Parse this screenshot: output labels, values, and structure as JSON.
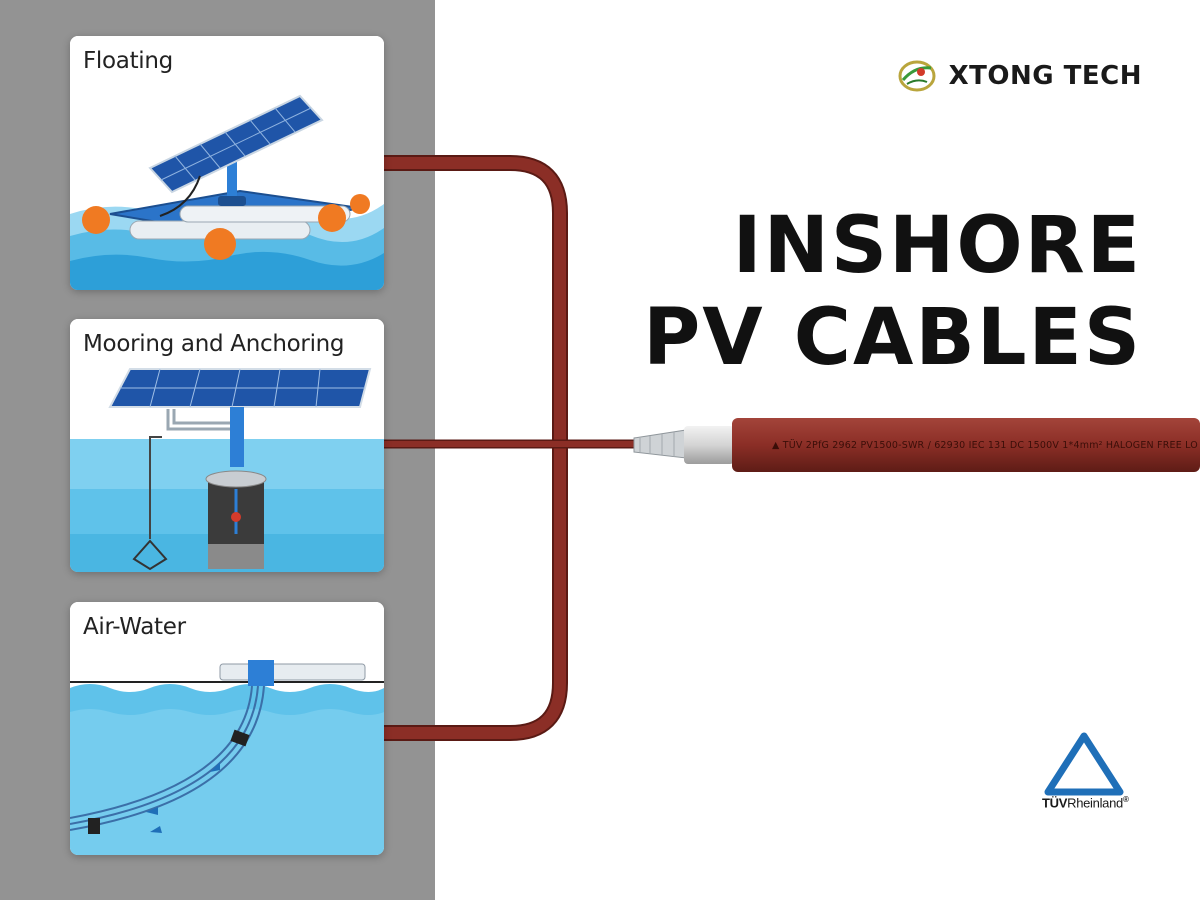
{
  "brand": {
    "name": "XTONG TECH",
    "logo_icon": "swoosh-globe-logo"
  },
  "headline": {
    "line1": "INSHORE",
    "line2": "PV CABLES"
  },
  "scenarios": [
    {
      "title": "Floating",
      "icon": "floating-solar-platform"
    },
    {
      "title": "Mooring and Anchoring",
      "icon": "mooring-anchored-solar"
    },
    {
      "title": "Air-Water",
      "icon": "submerged-cable-air-water"
    }
  ],
  "cable": {
    "print": "▲ TÜV 2PfG 2962 PV1500-SWR / 62930 IEC 131 DC 1500V 1*4mm² HALOGEN FREE LO",
    "color": "#8b2e26"
  },
  "certification": {
    "brand_bold": "TÜV",
    "brand_rest": "Rheinland",
    "mark": "®"
  },
  "colors": {
    "panel": "#939393",
    "cable": "#8b2e26",
    "water": "#5fc2ea",
    "accent": "#1f6fb8"
  }
}
